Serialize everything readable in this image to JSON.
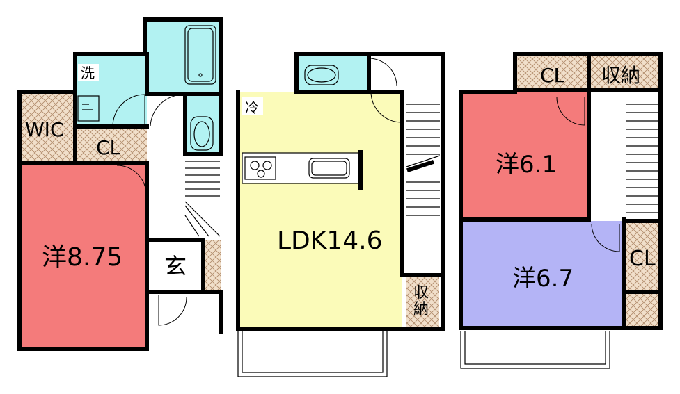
{
  "colors": {
    "bedroom_red": "#f47b7b",
    "bedroom_purple": "#b4b4f6",
    "ldk_yellow": "#fbfbb9",
    "wet_area_cyan": "#b2f2f2",
    "storage_hatch": "#f1dfca"
  },
  "floor1": {
    "rooms": {
      "wic": "WIC",
      "cl": "CL",
      "washroom": "洗",
      "western_room": "洋8.75",
      "entrance": "玄"
    }
  },
  "floor2": {
    "rooms": {
      "refrigerator": "冷",
      "ldk": "LDK14.6",
      "storage": "収\n納"
    }
  },
  "floor3": {
    "rooms": {
      "cl_top": "CL",
      "storage_top": "収納",
      "western_room_a": "洋6.1",
      "western_room_b": "洋6.7",
      "cl_side": "CL"
    }
  }
}
